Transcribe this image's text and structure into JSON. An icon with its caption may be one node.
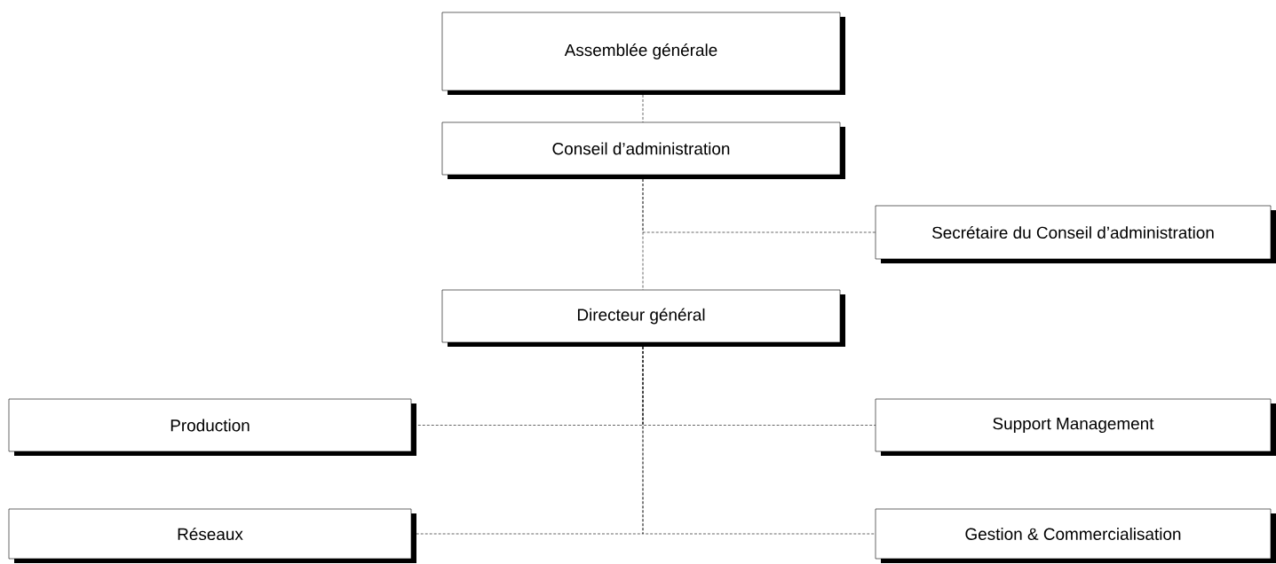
{
  "diagram": {
    "nodes": [
      {
        "text": [
          "Assemblée générale"
        ]
      },
      {
        "text": [
          "Conseil d’administration"
        ]
      },
      {
        "text": [
          "Secrétaire du Conseil d’administration"
        ]
      },
      {
        "text": [
          "Directeur général"
        ]
      },
      {
        "text": [
          "Production"
        ]
      },
      {
        "text": [
          "Support Management"
        ]
      },
      {
        "text": [
          "Réseaux"
        ]
      },
      {
        "text": [
          "Gestion & Commercialisation"
        ]
      }
    ],
    "edges": [
      {
        "from": 0,
        "to": 1,
        "arrow": "none"
      },
      {
        "from": 1,
        "to": 2,
        "arrow": "none"
      },
      {
        "from": 1,
        "to": 3,
        "arrow": "none"
      },
      {
        "from": 3,
        "to": 4,
        "arrow": "none"
      },
      {
        "from": 3,
        "to": 5,
        "arrow": "none"
      },
      {
        "from": 3,
        "to": 6,
        "arrow": "none"
      },
      {
        "from": 3,
        "to": 7,
        "arrow": "none"
      }
    ]
  }
}
